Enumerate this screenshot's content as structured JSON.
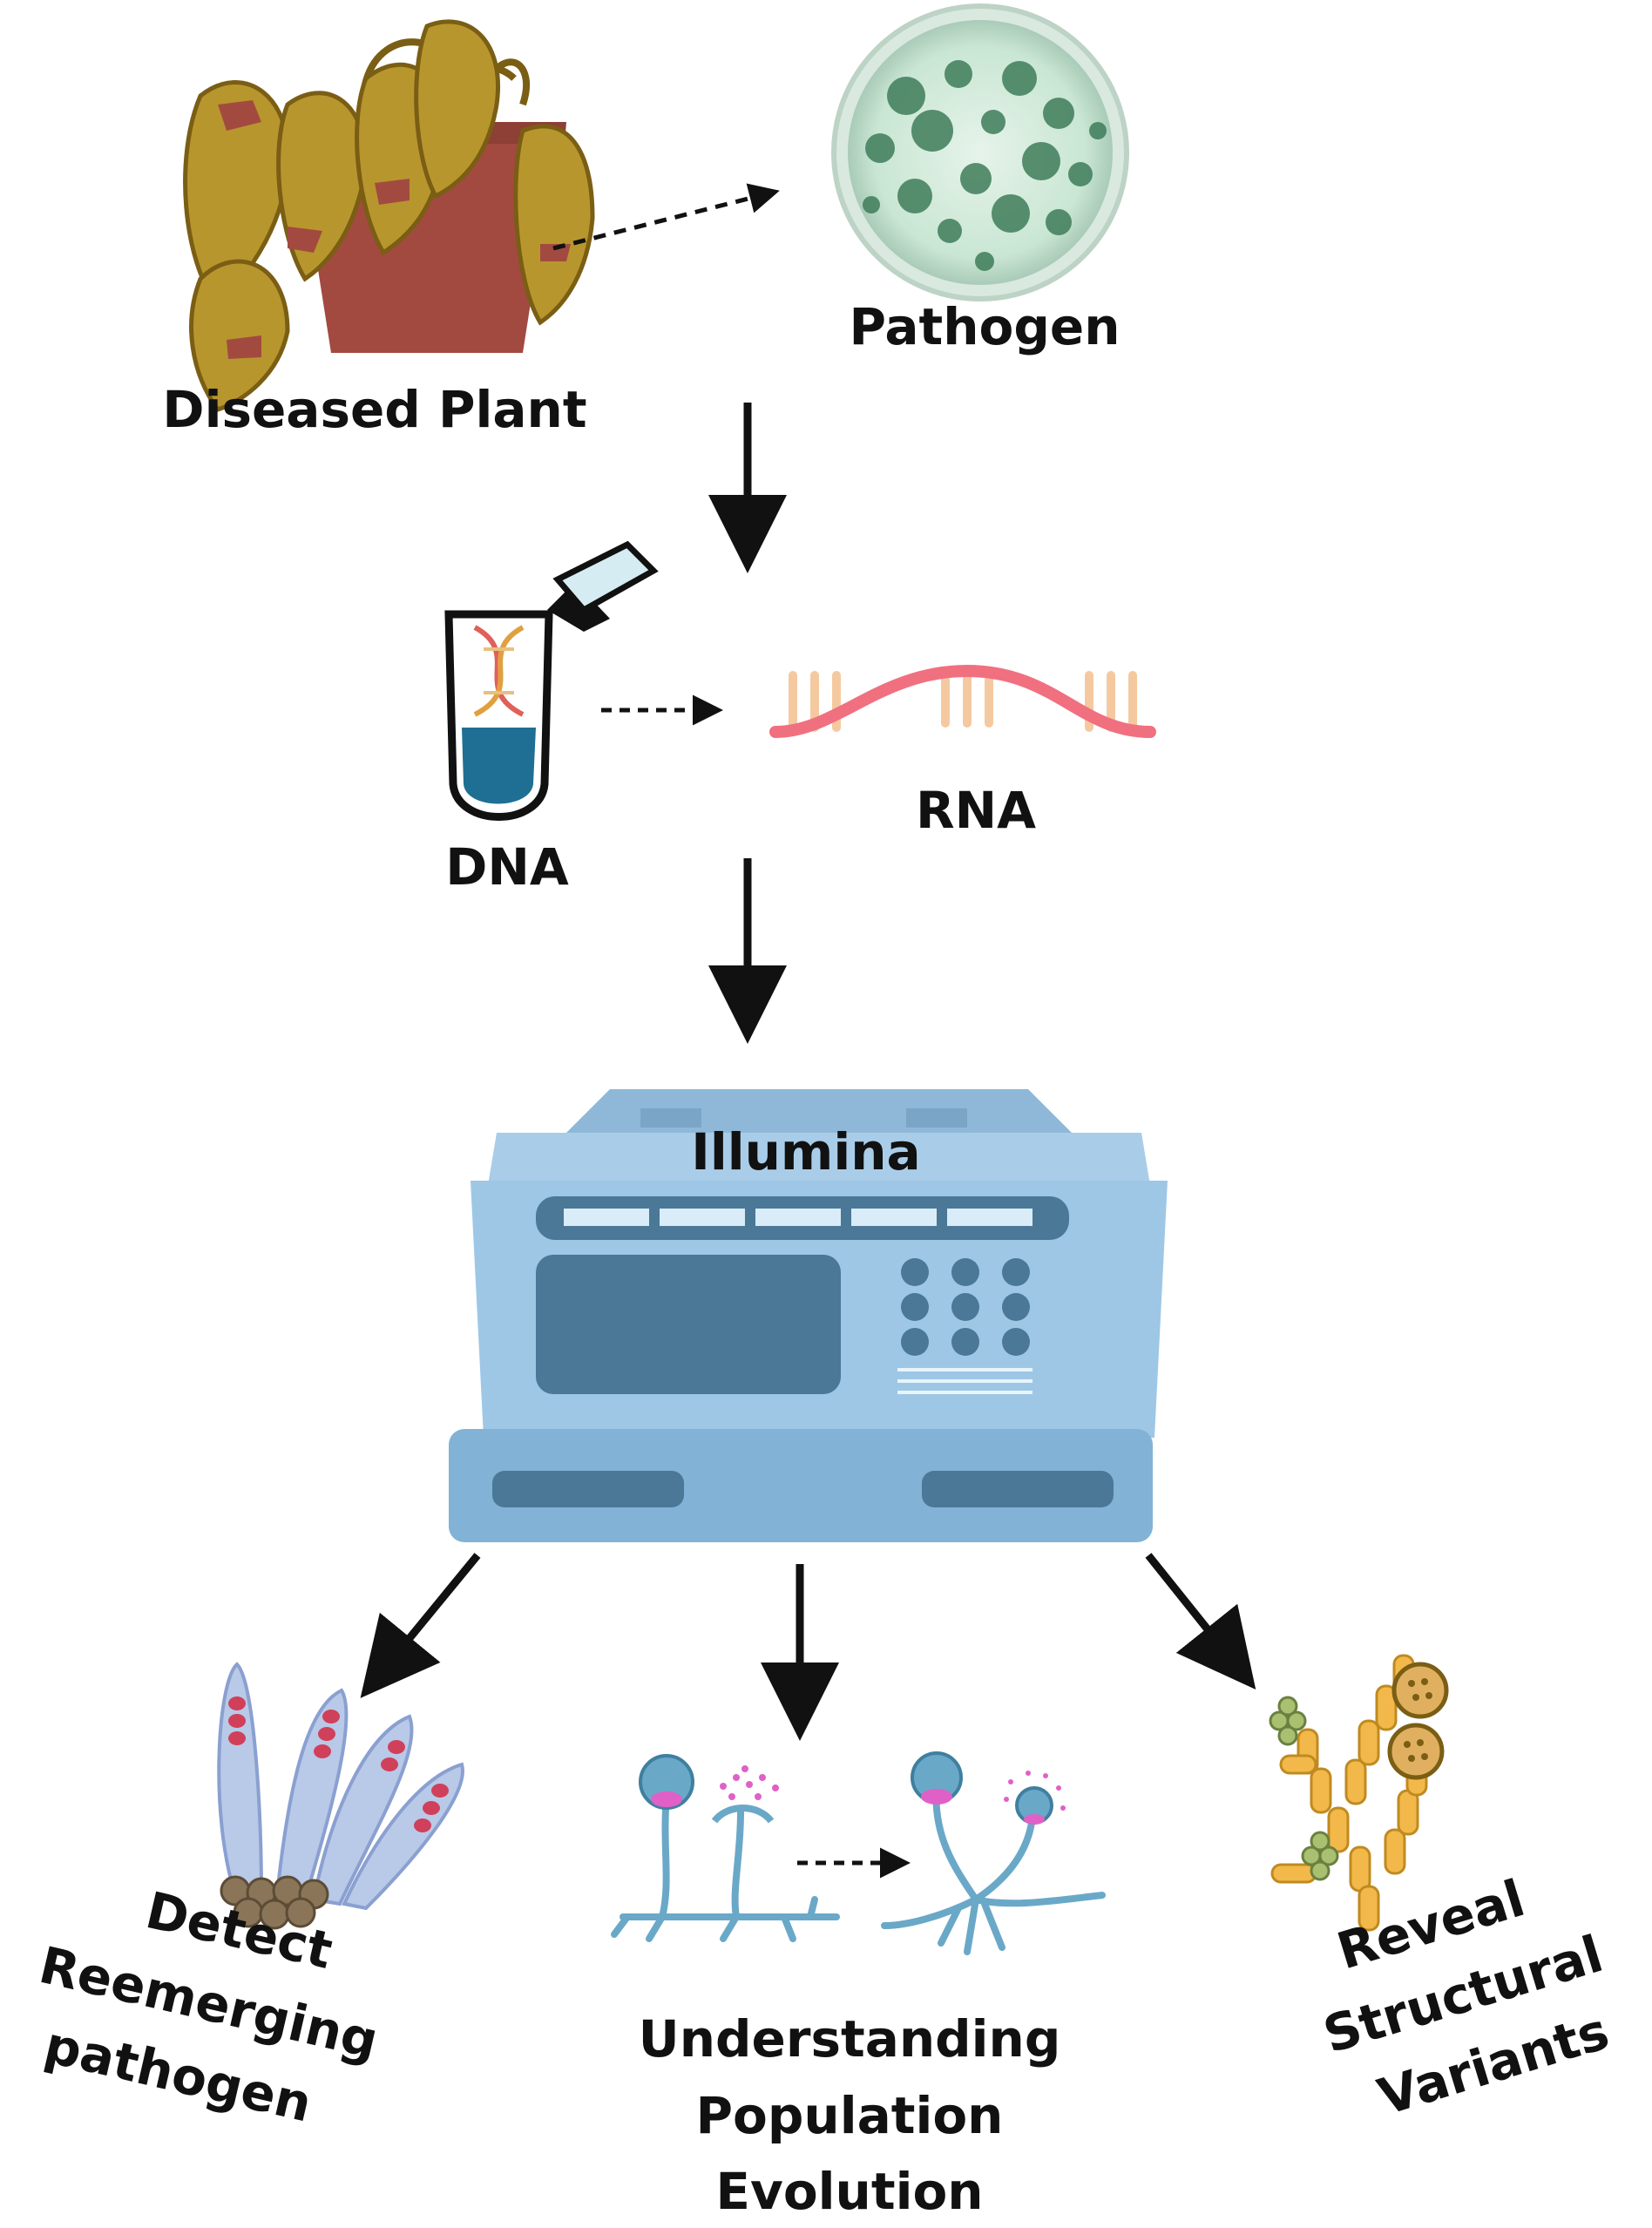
{
  "labels": {
    "diseased_plant": "Diseased Plant",
    "pathogen": "Pathogen",
    "dna": "DNA",
    "rna": "RNA",
    "illumina": "Illumina",
    "outcome_left": [
      "Detect",
      "Reemerging",
      "pathogen"
    ],
    "outcome_center": [
      "Understanding",
      "Population",
      "Evolution"
    ],
    "outcome_right": [
      "Reveal",
      "Structural",
      "Variants"
    ]
  },
  "icons": {
    "plant": "wilted-potted-plant-icon",
    "petri_dish": "petri-dish-icon",
    "tube": "dna-tube-icon",
    "rna": "rna-strand-icon",
    "sequencer": "sequencer-machine-icon",
    "asci": "asci-fungus-icon",
    "sporangia": "sporangia-fungus-icon",
    "hyphae": "hyphae-spores-icon"
  },
  "colors": {
    "leaf": "#b8962e",
    "leaf_dark": "#7a5e14",
    "lesion": "#a24a40",
    "pot": "#a24a40",
    "dish": "#c9e6d3",
    "colony": "#3f7d5a",
    "tube_liquid": "#1f6f94",
    "rna_backbone": "#f07080",
    "rna_base": "#f5c9a0",
    "machine": "#9ec7e6",
    "machine_dark": "#4a7896",
    "asci": "#b9c9e8",
    "spore": "#d0405a",
    "fungus_stalk": "#6aa8c8",
    "fungus_pink": "#e060c8",
    "hyphae": "#f2b94a"
  }
}
